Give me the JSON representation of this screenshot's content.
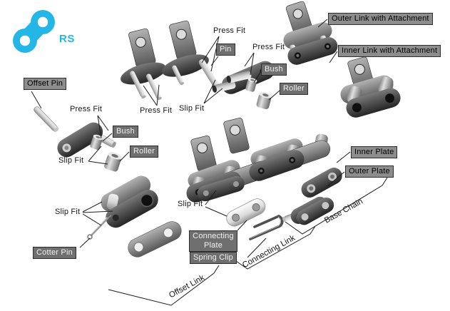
{
  "brand": {
    "name": "RS",
    "color": "#25b6e8"
  },
  "labels": {
    "offset_pin": "Offset Pin",
    "press_fit": "Press Fit",
    "slip_fit": "Slip Fit",
    "bush": "Bush",
    "roller": "Roller",
    "pin": "Pin",
    "cotter_pin": "Cotter Pin",
    "connecting_plate": "Connecting Plate",
    "spring_clip": "Spring Clip",
    "inner_plate": "Inner Plate",
    "outer_plate": "Outer Plate",
    "outer_link_with_attachment": "Outer Link with Attachment",
    "inner_link_with_attachment": "Inner Link with Attachment",
    "offset_link": "Offset Link",
    "connecting_link": "Connecting Link",
    "base_chain": "Base Chain"
  },
  "colors": {
    "accent": "#25b6e8",
    "label_box_light": "#8d8d8d",
    "label_box_dark": "#6f6f6f",
    "label_border": "#2e2e2e",
    "line": "#1c1c1c",
    "background": "#ffffff"
  }
}
